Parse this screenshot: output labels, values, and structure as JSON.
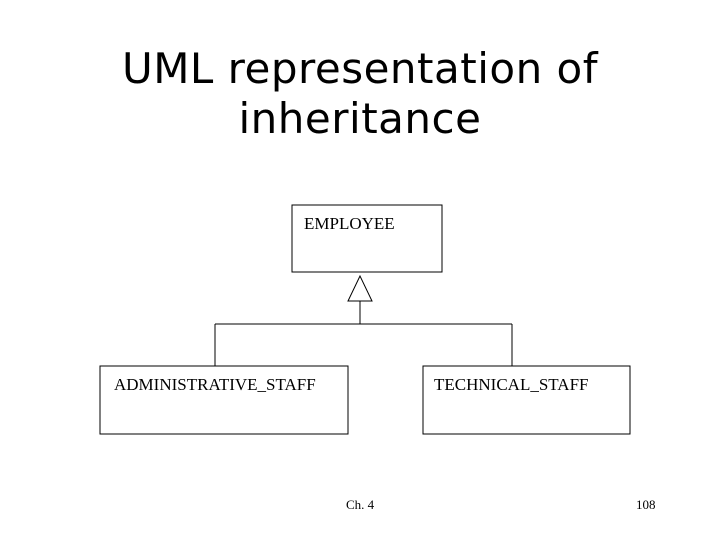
{
  "slide": {
    "title_line1": "UML representation of",
    "title_line2": "inheritance",
    "footer_chapter": "Ch. 4",
    "footer_page": "108"
  },
  "diagram": {
    "parent_class": "EMPLOYEE",
    "child_classes": [
      "ADMINISTRATIVE_STAFF",
      "TECHNICAL_STAFF"
    ],
    "relationship": "generalization"
  }
}
